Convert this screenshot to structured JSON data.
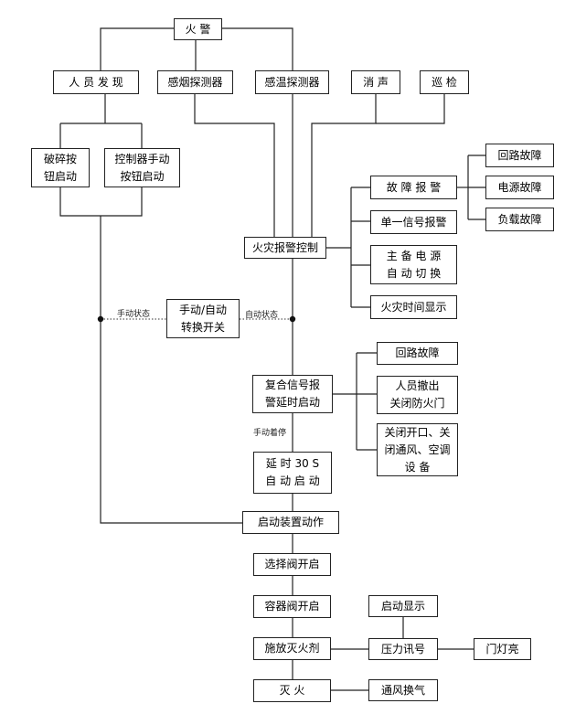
{
  "nodes": {
    "fire_alarm": "火 警",
    "person_found": "人 员 发 现",
    "smoke_detector": "感烟探测器",
    "heat_detector": "感温探测器",
    "silence": "消 声",
    "patrol": "巡 检",
    "break_glass_button": "破碎按\n钮启动",
    "controller_manual_button": "控制器手动\n按钮启动",
    "loop_fault_1": "回路故障",
    "fault_alarm": "故 障 报 警",
    "power_fault": "电源故障",
    "single_signal_alarm": "单一信号报警",
    "load_fault": "负载故障",
    "fire_alarm_control": "火灾报警控制",
    "main_backup_power": "主 备 电 源\n自 动 切 换",
    "fire_time_display": "火灾时间显示",
    "manual_auto_switch": "手动/自动\n转换开关",
    "loop_fault_2": "回路故障",
    "composite_signal_delay": "复合信号报\n警延时启动",
    "evacuate_close_doors": "人员撤出\n关闭防火门",
    "close_openings": "关闭开口、关\n闭通风、空调\n设    备",
    "delay_30s": "延 时 30 S\n自 动 启 动",
    "start_device": "启动装置动作",
    "selector_valve": "选择阀开启",
    "container_valve": "容器阀开启",
    "start_display": "启动显示",
    "release_agent": "施放灭火剂",
    "pressure_signal": "压力讯号",
    "door_light": "门灯亮",
    "extinguish": "灭    火",
    "ventilation": "通风换气"
  },
  "notes": {
    "manual_state": "手动状态",
    "auto_state": "自动状态",
    "manual_stop": "手动着停"
  }
}
